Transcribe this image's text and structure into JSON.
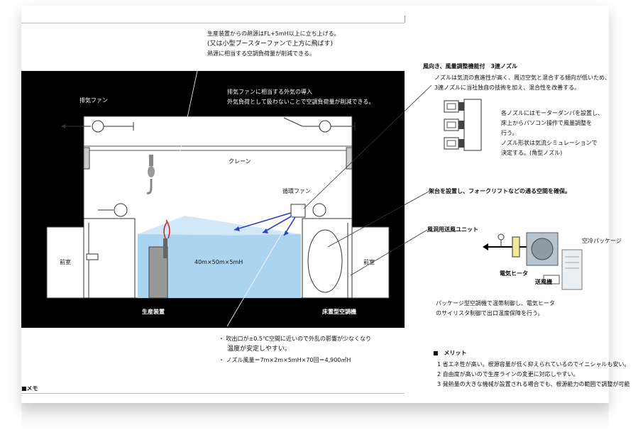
{
  "notes": {
    "top_line1": "生産装置からの熱源はFL+5mH以上に立ち上げる。",
    "top_line2": "(又は小型ブースターファンで上方に飛ばす)",
    "top_line3": "熱源に相当する空調負荷量が削減できる。",
    "exhaust_title_line1": "排気ファンに相当する外気の導入",
    "exhaust_title_line2": "外気負荷として扱わないことで空調負荷量が削減できる。",
    "bottom_bullet1_line1": "・ 吹出口が±0.5℃空間に近いので外乱の影響が少なくなり",
    "bottom_bullet1_line2": "温度が安定しやすい。",
    "bottom_bullet2": "・ ノズル風量＝7m×2m×5mH×70回＝4,900㎥H"
  },
  "diagram": {
    "exhaust_fan_label": "排気ファン",
    "crane_label": "クレーン",
    "circ_fan_label": "循環ファン",
    "space_label": "40m×50m×5mH",
    "front_room_left": "前室",
    "front_room_right": "前室",
    "production_equipment": "生産装置",
    "floor_ac": "床置型空調機"
  },
  "right_panel": {
    "nozzle_title": "風向き、風量調整機能付　3連ノズル",
    "nozzle_desc1": "ノズルは気流の直進性が高く、周辺空気と混合する傾向が低いため、",
    "nozzle_desc2": "3連ノズルに当社独自の技術を加え、混合性を改善する。",
    "damper_line1": "各ノズルにはモーターダンパを設置し、",
    "damper_line2": "床上からパソコン操作で風量調整を",
    "damper_line3": "行う。",
    "damper_line4": "ノズル形状は気流シミュレーションで",
    "damper_line5": "決定する。(角型ノズル)",
    "stand_note": "架台を設置し、フォークリフトなどの通る空間を確保。",
    "unit_title": "風洞用送風ユニット",
    "package_label": "空冷パッケージ",
    "heater_label": "電気ヒータ",
    "blower_label": "送風機",
    "package_desc1": "パッケージ型空調機で温帯制御し、電気ヒータ",
    "package_desc2": "のサイリスタ制御で出口温度保障を行う。",
    "merit_title": "■　メリット",
    "merit1": "1  省エネ性が高い。根源容量が低く抑えられているのでイニシャルも安い。",
    "merit2": "2  自由度が高いので生産ラインの変更に対応しやすい。",
    "merit3": "3  発熱量の大きな機械が設置される場合でも、根源能力の範囲で調整が可能"
  },
  "memo": {
    "title": "■メモ"
  },
  "colors": {
    "panel_black": "#000000",
    "water_blue": "#aad4f0",
    "arrow_blue": "#2a3ec8",
    "hot_red": "#d02020"
  }
}
